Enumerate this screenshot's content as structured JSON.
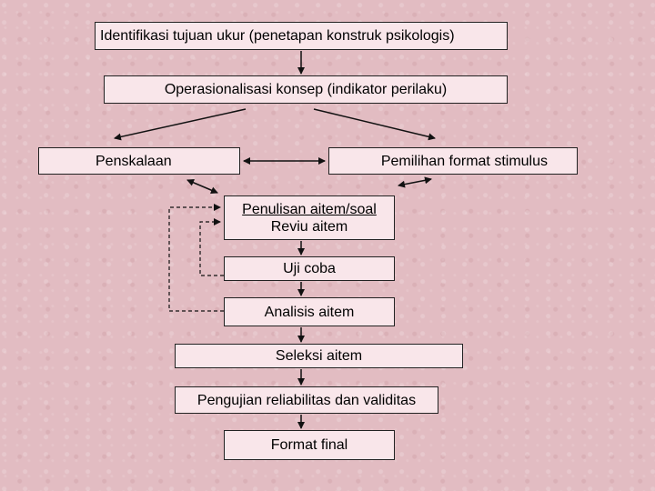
{
  "diagram": {
    "nodes": {
      "identifikasi": "Identifikasi tujuan ukur (penetapan konstruk psikologis)",
      "operasionalisasi": "Operasionalisasi konsep (indikator perilaku)",
      "penskalaan": "Penskalaan",
      "pemilihan": "Pemilihan format stimulus",
      "penulisan_line1": "Penulisan aitem/soal",
      "penulisan_line2": "Reviu aitem",
      "uji_coba": "Uji coba",
      "analisis": "Analisis aitem",
      "seleksi": "Seleksi aitem",
      "pengujian": "Pengujian reliabilitas dan validitas",
      "format_final": "Format final"
    },
    "colors": {
      "background": "#e2bcc2",
      "box_fill": "#f9e6ea",
      "line": "#111111"
    }
  }
}
